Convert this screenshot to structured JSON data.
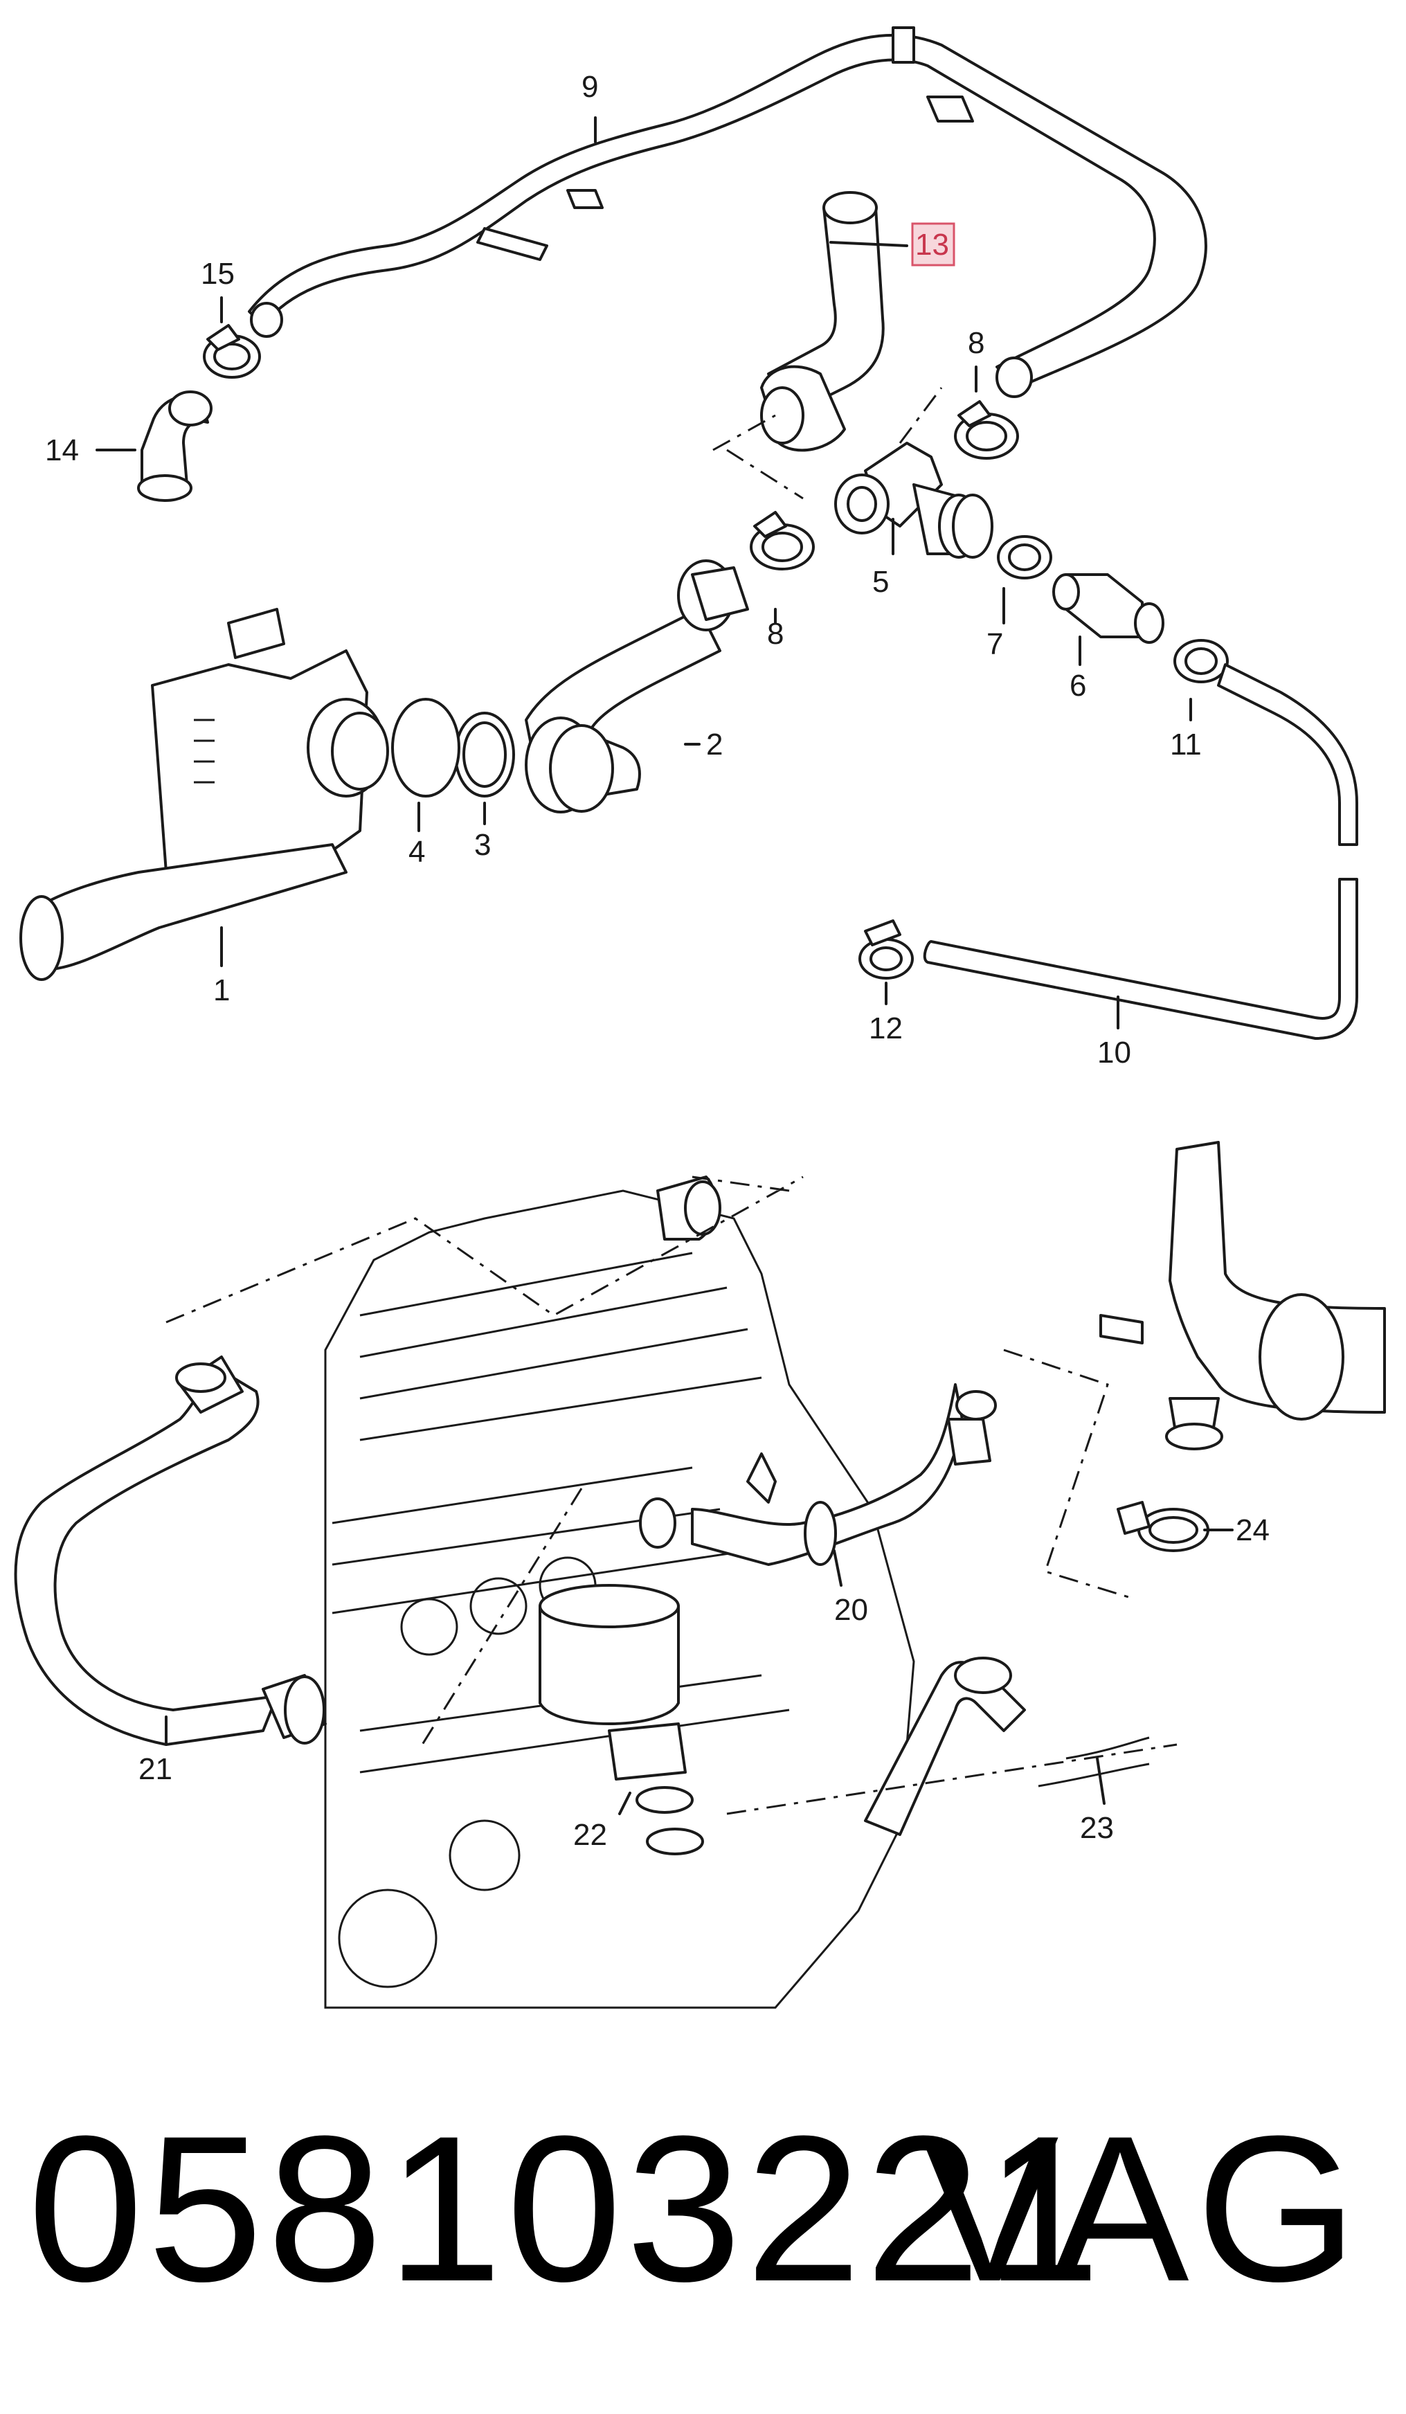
{
  "diagram": {
    "callouts": {
      "c1": "1",
      "c2": "2",
      "c3": "3",
      "c4": "4",
      "c5": "5",
      "c6": "6",
      "c7": "7",
      "c8a": "8",
      "c8b": "8",
      "c9": "9",
      "c10": "10",
      "c11": "11",
      "c12": "12",
      "c13": "13",
      "c14": "14",
      "c15": "15",
      "c20": "20",
      "c21": "21",
      "c22": "22",
      "c23": "23",
      "c24": "24"
    },
    "highlighted_callout": "13",
    "highlight_color": "#d9546a",
    "highlight_fill": "#f7d7dc"
  },
  "caption": {
    "part_number": "058103221",
    "brand": "VAG"
  }
}
